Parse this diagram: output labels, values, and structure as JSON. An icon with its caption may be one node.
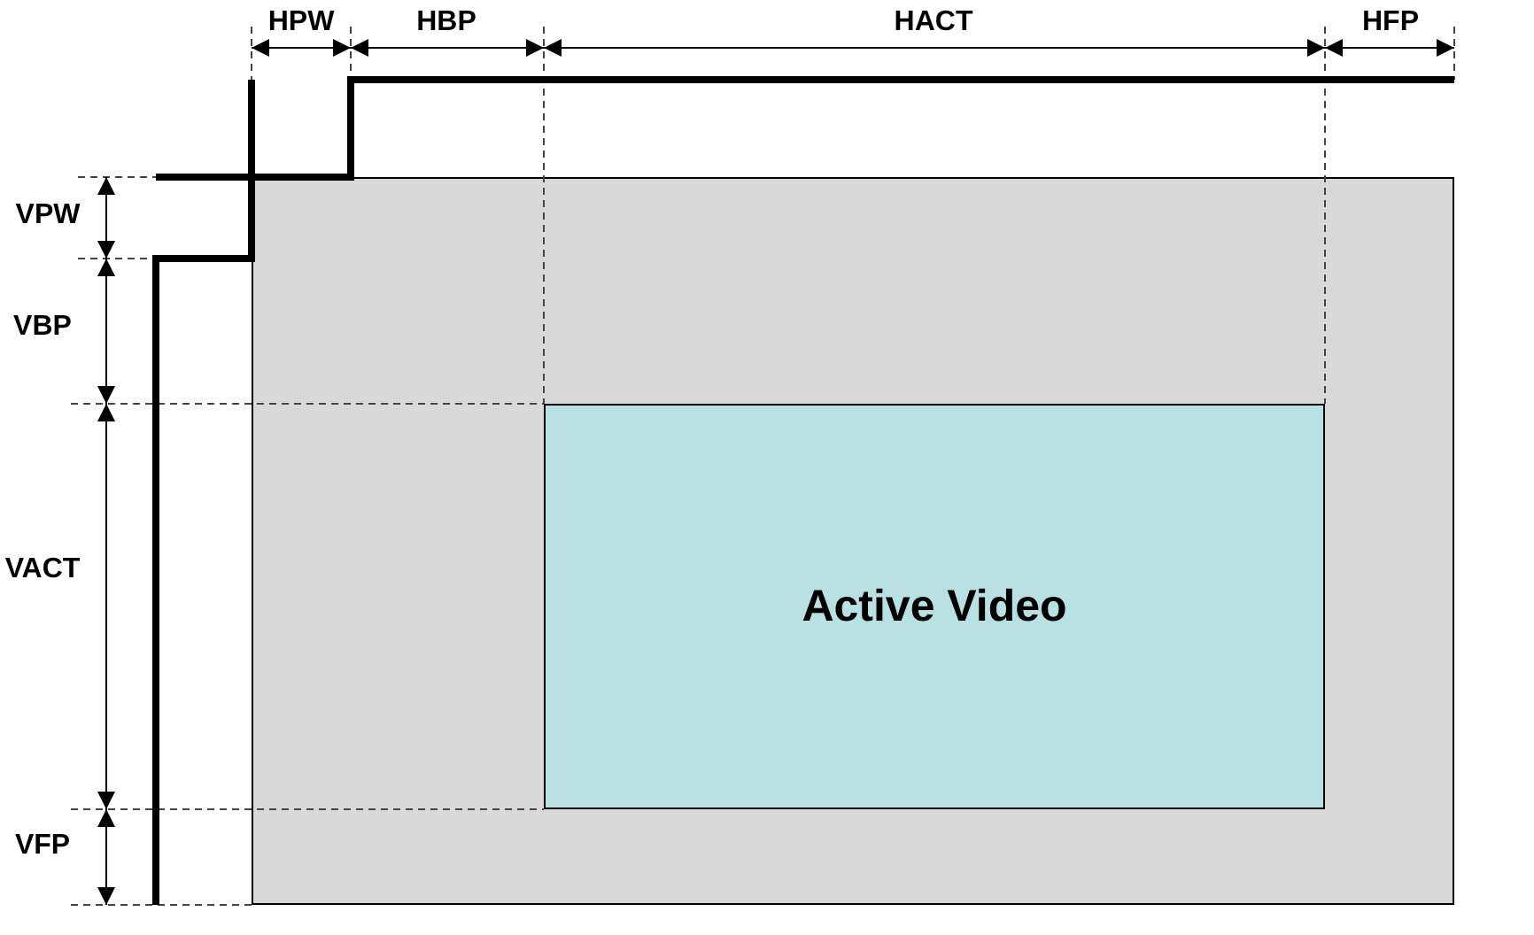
{
  "diagram": {
    "nodes": [
      {
        "text": [],
        "shape": "box"
      },
      {
        "text": [
          "Active Video"
        ],
        "in": 0
      }
    ],
    "labels": [
      "HPW",
      "HBP",
      "HACT",
      "HFP",
      "VPW",
      "VBP",
      "VACT",
      "VFP"
    ]
  }
}
